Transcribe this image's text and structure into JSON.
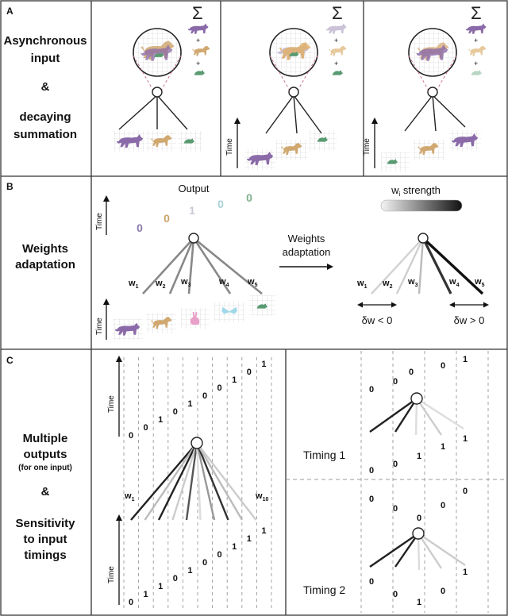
{
  "panels": {
    "a": {
      "letter": "A",
      "title_lines": [
        "Asynchronous",
        "input",
        "&",
        "decaying",
        "summation"
      ],
      "sum_symbol": "Σ",
      "plus": "+",
      "time_label": "Time"
    },
    "b": {
      "letter": "B",
      "title_lines": [
        "Weights",
        "adaptation"
      ],
      "output_label": "Output",
      "outputs": [
        "0",
        "0",
        "1",
        "0",
        "0"
      ],
      "output_colors": [
        "#8a7aa8",
        "#c9a46a",
        "#c9c9d6",
        "#a8d2d8",
        "#7fb08d"
      ],
      "weights": [
        "w1",
        "w2",
        "w3",
        "w4",
        "w5"
      ],
      "weights_display": [
        {
          "base": "w",
          "sub": "1"
        },
        {
          "base": "w",
          "sub": "2"
        },
        {
          "base": "w",
          "sub": "3"
        },
        {
          "base": "w",
          "sub": "4"
        },
        {
          "base": "w",
          "sub": "5"
        }
      ],
      "arrow_label_lines": [
        "Weights",
        "adaptation"
      ],
      "strength_label": {
        "base": "w",
        "sub": "i",
        "rest": " strength"
      },
      "delta_left": "δw < 0",
      "delta_right": "δw > 0",
      "time_label": "Time"
    },
    "c": {
      "letter": "C",
      "title_lines": [
        "Multiple",
        "outputs",
        "(for one input)",
        "&",
        "Sensitivity",
        "to input",
        "timings"
      ],
      "time_label": "Time",
      "w_first": {
        "base": "w",
        "sub": "1"
      },
      "w_last": {
        "base": "w",
        "sub": "10"
      },
      "top_outputs": [
        "0",
        "0",
        "1",
        "0",
        "1",
        "0",
        "0",
        "1",
        "0",
        "1"
      ],
      "bottom_inputs": [
        "0",
        "1",
        "1",
        "0",
        "1",
        "0",
        "0",
        "1",
        "1",
        "1"
      ],
      "timing1_label": "Timing 1",
      "timing2_label": "Timing 2",
      "timing1_top": [
        "0",
        "0",
        "0",
        "0",
        "1"
      ],
      "timing1_bottom": [
        "0",
        "0",
        "1",
        "1",
        "1"
      ],
      "timing2_top": [
        "0",
        "0",
        "0",
        "0",
        "0"
      ],
      "timing2_bottom": [
        "0",
        "0",
        "1",
        "0",
        "1"
      ]
    }
  },
  "colors": {
    "border": "#333333",
    "purple": "#8a6aa8",
    "tan": "#d0a870",
    "green": "#5a9a72",
    "pink": "#e8a0c8",
    "cyan": "#9fd8e8",
    "grid": "#b5b5b5",
    "dash": "#9a9a9a"
  }
}
